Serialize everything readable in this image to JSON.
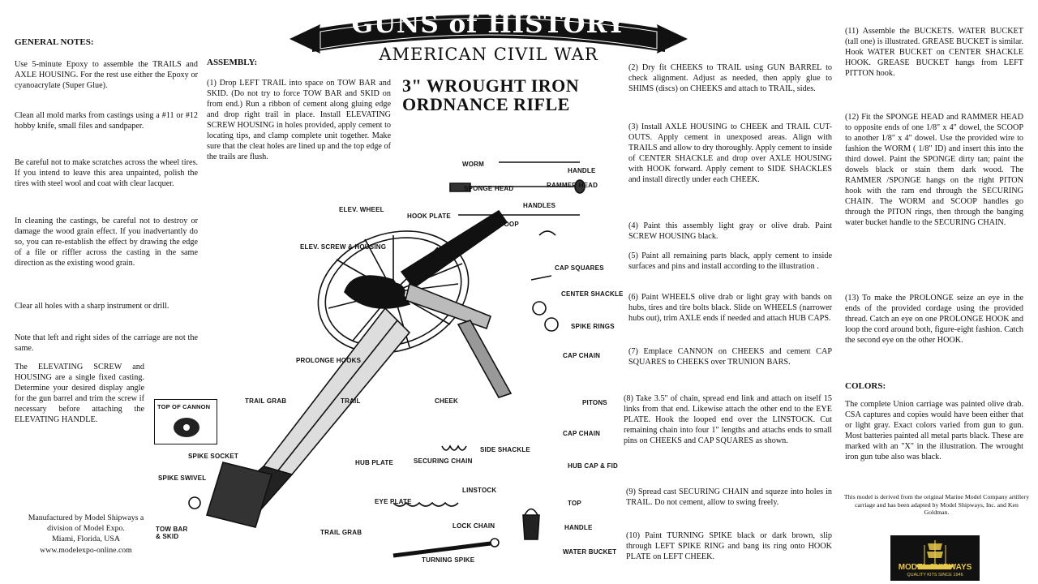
{
  "banner": {
    "title": "GUNS of HISTORY",
    "subtitle": "AMERICAN CIVIL WAR"
  },
  "model_title": {
    "line1": "3\" WROUGHT IRON",
    "line2": "ORDNANCE RIFLE"
  },
  "general_notes": {
    "heading": "GENERAL NOTES:",
    "p1": "Use 5-minute Epoxy to assemble the TRAILS and AXLE HOUSING. For the rest use either the Epoxy or cyanoacrylate (Super Glue).",
    "p2": "Clean all mold marks from castings using a #11 or #12 hobby knife, small files and sandpaper.",
    "p3": "Be careful not to make scratches across the wheel tires. If you intend to leave this area unpainted, polish the tires with steel wool and coat with clear lacquer.",
    "p4": "In cleaning the castings, be careful not to destroy or damage the wood grain effect. If you inadvertantly do so, you can re-establish the effect by drawing the edge of a file or riffler across the casting in the same direction as the existing wood grain.",
    "p5": "Clear all holes with a sharp instrument or drill.",
    "p6": "Note that left and right sides of the carriage are not the same.",
    "p7": "The ELEVATING SCREW and HOUSING are a single fixed casting. Determine your desired display angle for the gun barrel and trim the screw if necessary before attaching the ELEVATING HANDLE."
  },
  "assembly": {
    "heading": "ASSEMBLY:",
    "s1": "(1) Drop LEFT TRAIL into space on TOW BAR and SKID. (Do not try to force TOW BAR and SKID on from end.) Run a ribbon of cement along gluing edge and drop right trail in place. Install ELEVATING SCREW HOUSING in holes provided, apply cement to locating tips, and clamp complete unit together. Make sure that the cleat holes are lined up and the top edge of the trails are flush.",
    "s2": "(2) Dry fit CHEEKS to TRAIL using GUN BARREL to check alignment. Adjust as needed, then apply glue to SHIMS (discs) on CHEEKS and attach to TRAIL, sides.",
    "s3": "(3) Install AXLE HOUSING to CHEEK and TRAIL CUT-OUTS. Apply cement in unexposed areas. Align with TRAILS and allow to dry thoroughly. Apply cement to inside of CENTER SHACKLE and drop over AXLE HOUSING with HOOK forward. Apply cement to SIDE SHACKLES and install directly under each CHEEK.",
    "s4": "(4) Paint this assembly light gray or olive drab. Paint SCREW HOUSING black.",
    "s5": "(5) Paint all remaining parts black, apply cement to inside surfaces and pins and install according to the illustration .",
    "s6": "(6) Paint WHEELS olive drab or light gray with bands on hubs, tires and tire bolts black. Slide on WHEELS (narrower hubs out), trim AXLE ends if needed and attach HUB CAPS.",
    "s7": "(7) Emplace CANNON on CHEEKS and cement CAP SQUARES to CHEEKS over TRUNION BARS.",
    "s8": "(8) Take 3.5\" of chain, spread end link and attach on itself 15 links from that end. Likewise attach the other end to the EYE PLATE. Hook the looped end over the LINSTOCK. Cut remaining chain into four 1\" lengths and attachs ends to small pins on CHEEKS and CAP SQUARES as shown.",
    "s9": "(9) Spread cast SECURING CHAIN and squeze into holes in TRAIL. Do not cement, allow to swing freely.",
    "s10": "(10) Paint TURNING SPIKE black or dark brown, slip through LEFT SPIKE RING and bang its ring onto HOOK PLATE on LEFT CHEEK.",
    "s11": "(11) Assemble the BUCKETS. WATER BUCKET (tall one) is illustrated. GREASE BUCKET is similar. Hook WATER BUCKET on CENTER SHACKLE HOOK. GREASE BUCKET hangs from LEFT PITTON hook.",
    "s12": "(12) Fit the SPONGE HEAD and RAMMER HEAD to opposite ends of one 1/8\" x 4\" dowel, the SCOOP to another 1/8\" x 4\" dowel. Use the provided wire to fashion the WORM ( 1/8\" ID) and insert this into the third dowel. Paint the SPONGE dirty tan; paint the dowels black or stain them dark wood. The RAMMER /SPONGE hangs on the right PITON hook with the ram end through the SECURING CHAIN. The WORM and SCOOP handles go through the PITON rings, then through the banging water bucket handle to the SECURING CHAIN.",
    "s13": "(13) To make the PROLONGE seize an eye in the ends of the provided cordage using the provided thread. Catch an eye on one PROLONGE HOOK and loop the cord around both, figure-eight fashion. Catch the second eye on the other HOOK."
  },
  "colors": {
    "heading": "COLORS:",
    "text": "The complete Union carriage was painted olive drab. CSA captures and copies would have been either that or light gray. Exact colors varied from gun to gun. Most batteries painted all metal parts black. These are marked with an \"X\" in the illustration. The wrought iron gun tube also was black."
  },
  "derived": "This model is derived from the original Marine Model Company artillery carriage and has been adapted by Model Shipways, Inc. and Ken Goldman.",
  "manufacturer": {
    "line1": "Manufactured by Model Shipways a",
    "line2": "division of Model Expo.",
    "line3": "Miami, Florida, USA",
    "line4": "www.modelexpo-online.com"
  },
  "logo": {
    "name": "MODEL SHIPWAYS",
    "tagline": "QUALITY KITS SINCE 1946"
  },
  "diagram_labels": {
    "worm": "WORM",
    "handle": "HANDLE",
    "sponge_head": "SPONGE HEAD",
    "rammer_head": "RAMMER HEAD",
    "handles": "HANDLES",
    "scoop": "SCOOP",
    "elev_wheel": "ELEV. WHEEL",
    "hook_plate": "HOOK PLATE",
    "elev_screw": "ELEV. SCREW & HOUSING",
    "cap_squares": "CAP SQUARES",
    "center_shackle": "CENTER SHACKLE",
    "spike_rings": "SPIKE RINGS",
    "cap_chain": "CAP CHAIN",
    "prolonge_hooks": "PROLONGE HOOKS",
    "trail_grab": "TRAIL GRAB",
    "trail": "TRAIL",
    "cheek": "CHEEK",
    "pitons": "PITONS",
    "cap_chain2": "CAP CHAIN",
    "top_of_cannon": "TOP OF CANNON",
    "spike_socket": "SPIKE SOCKET",
    "spike_swivel": "SPIKE SWIVEL",
    "hub_plate": "HUB PLATE",
    "securing_chain": "SECURING CHAIN",
    "side_shackle": "SIDE SHACKLE",
    "hub_cap": "HUB CAP & FID",
    "linstock": "LINSTOCK",
    "top": "TOP",
    "eye_plate": "EYE PLATE",
    "tow_bar": "TOW BAR & SKID",
    "trail_grab2": "TRAIL GRAB",
    "lock_chain": "LOCK CHAIN",
    "handle2": "HANDLE",
    "water_bucket": "WATER BUCKET",
    "turning_spike": "TURNING SPIKE"
  }
}
